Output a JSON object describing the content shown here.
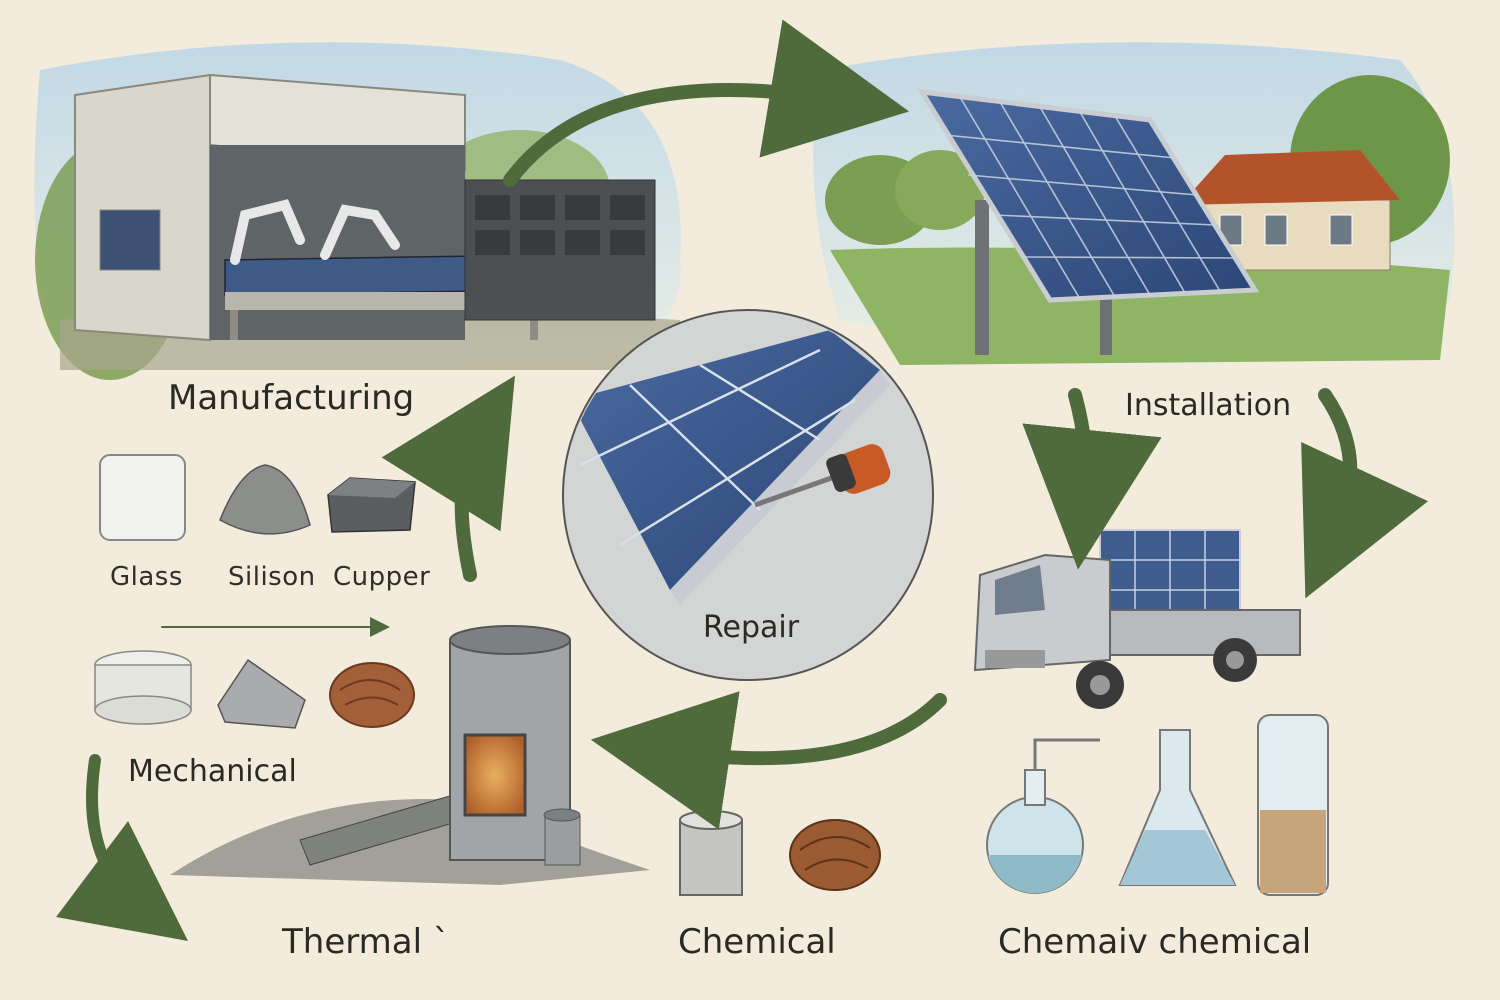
{
  "stages": {
    "manufacturing": "Manufacturing",
    "installation": "Installation",
    "repair": "Repair",
    "mechanical": "Mechanical",
    "thermal": "Thermal `",
    "chemical": "Chemical",
    "chemaiv_chemical": "Chemaiv chemical"
  },
  "materials": {
    "glass": "Glass",
    "silicon": "Silison",
    "copper": "Cupper"
  },
  "colors": {
    "background": "#f3ecdc",
    "arrow_green": "#4f6b3c",
    "panel_blue": "#3c5a8c",
    "roof_orange": "#b3532b",
    "grass_green": "#7aa05a"
  }
}
